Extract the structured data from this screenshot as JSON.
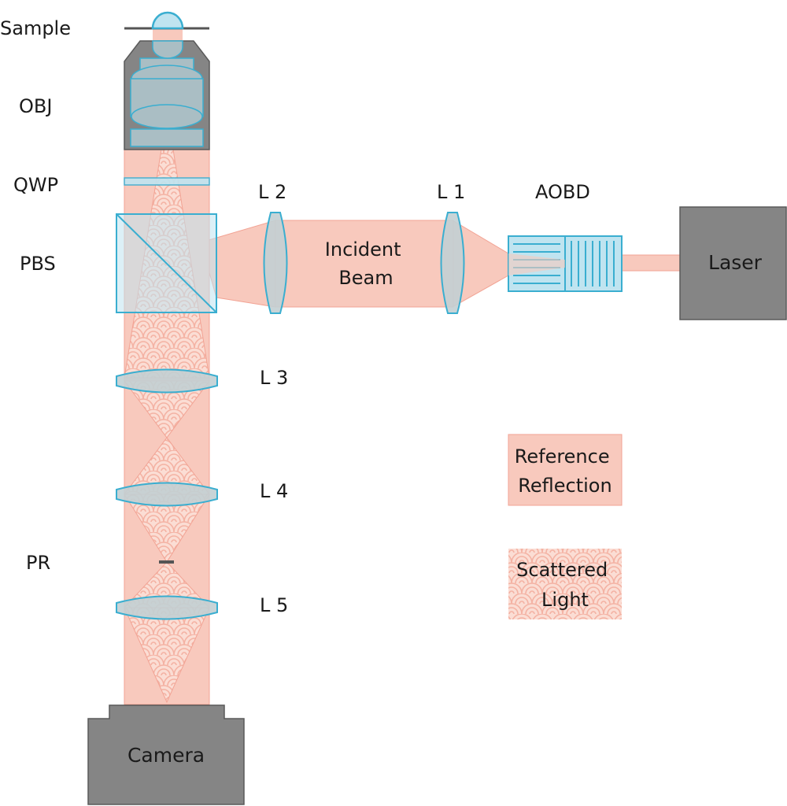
{
  "labels": {
    "sample": "Sample",
    "obj": "OBJ",
    "qwp": "QWP",
    "pbs": "PBS",
    "pr": "PR",
    "l1": "L 1",
    "l2": "L 2",
    "l3": "L 3",
    "l4": "L 4",
    "l5": "L 5",
    "aobd": "AOBD",
    "laser": "Laser",
    "camera": "Camera",
    "incident_beam": [
      "Incident",
      "Beam"
    ]
  },
  "legend": {
    "reference_reflection": [
      "Reference",
      "Reflection"
    ],
    "scattered_light": [
      "Scattered",
      "Light"
    ]
  },
  "colors": {
    "beam": "#f8c9bd",
    "beam_edge": "#f2a394",
    "scatter_arc": "#f5b3a4",
    "optic_fill": "#bfe4f0",
    "optic_stroke": "#3aaed0",
    "lens_fill": "#c2cfd3",
    "device": "#858585",
    "device_stroke": "#5a5a5a",
    "plate": "#555555"
  }
}
